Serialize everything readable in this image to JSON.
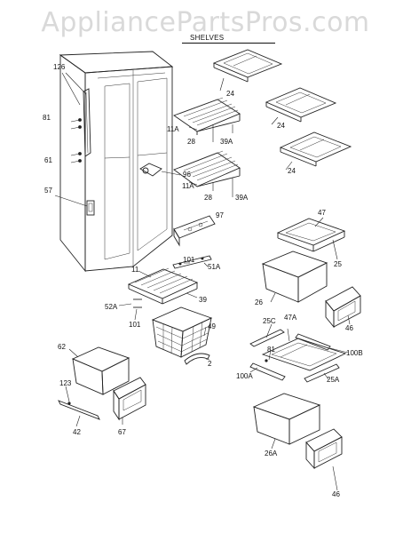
{
  "watermark": "AppliancePartsPros.com",
  "section_title": "SHELVES",
  "parts": {
    "p126": "126",
    "p81a": "81",
    "p61": "61",
    "p57": "57",
    "p96": "96",
    "p97": "97",
    "p11a_1": "11A",
    "p28_1": "28",
    "p39a_1": "39A",
    "p11a_2": "11A",
    "p28_2": "28",
    "p39a_2": "39A",
    "p24_1": "24",
    "p24_2": "24",
    "p24_3": "24",
    "p47": "47",
    "p25": "25",
    "p26": "26",
    "p46_1": "46",
    "p101a": "101",
    "p51a": "51A",
    "p11": "11",
    "p39": "39",
    "p52a": "52A",
    "p101b": "101",
    "p49": "49",
    "p2": "2",
    "p62": "62",
    "p123": "123",
    "p42": "42",
    "p67": "67",
    "p25c": "25C",
    "p47a": "47A",
    "p81b": "81",
    "p100b": "100B",
    "p100a": "100A",
    "p25a": "25A",
    "p26a": "26A",
    "p46_2": "46"
  }
}
